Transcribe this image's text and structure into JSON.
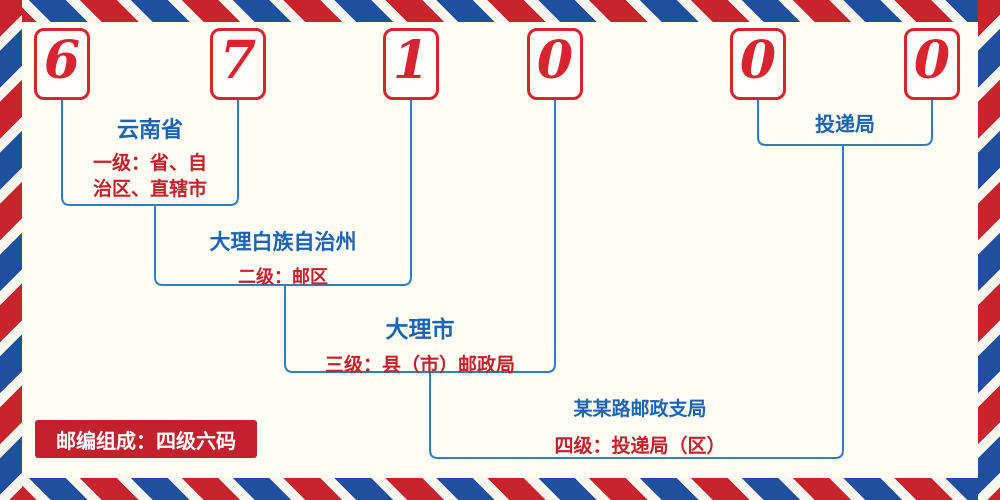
{
  "diagram": {
    "postal_code": [
      "6",
      "7",
      "1",
      "0",
      "0",
      "0"
    ],
    "levels": [
      {
        "title": "云南省",
        "desc_line1": "一级：省、自",
        "desc_line2": "治区、直辖市"
      },
      {
        "title": "大理白族自治州",
        "desc": "二级：邮区"
      },
      {
        "title": "大理市",
        "desc": "三级：县（市）邮政局"
      },
      {
        "title": "某某路邮政支局",
        "desc": "四级：投递局（区）"
      },
      {
        "title": "投递局"
      }
    ],
    "badge": "邮编组成：四级六码",
    "colors": {
      "digit_red": "#d8242e",
      "line_blue": "#2e7fc2",
      "title_blue": "#1b64b5",
      "desc_red": "#c5202d",
      "stripe_red": "#c8242e",
      "stripe_blue": "#1f4f9e",
      "background": "#fffdf4"
    }
  }
}
